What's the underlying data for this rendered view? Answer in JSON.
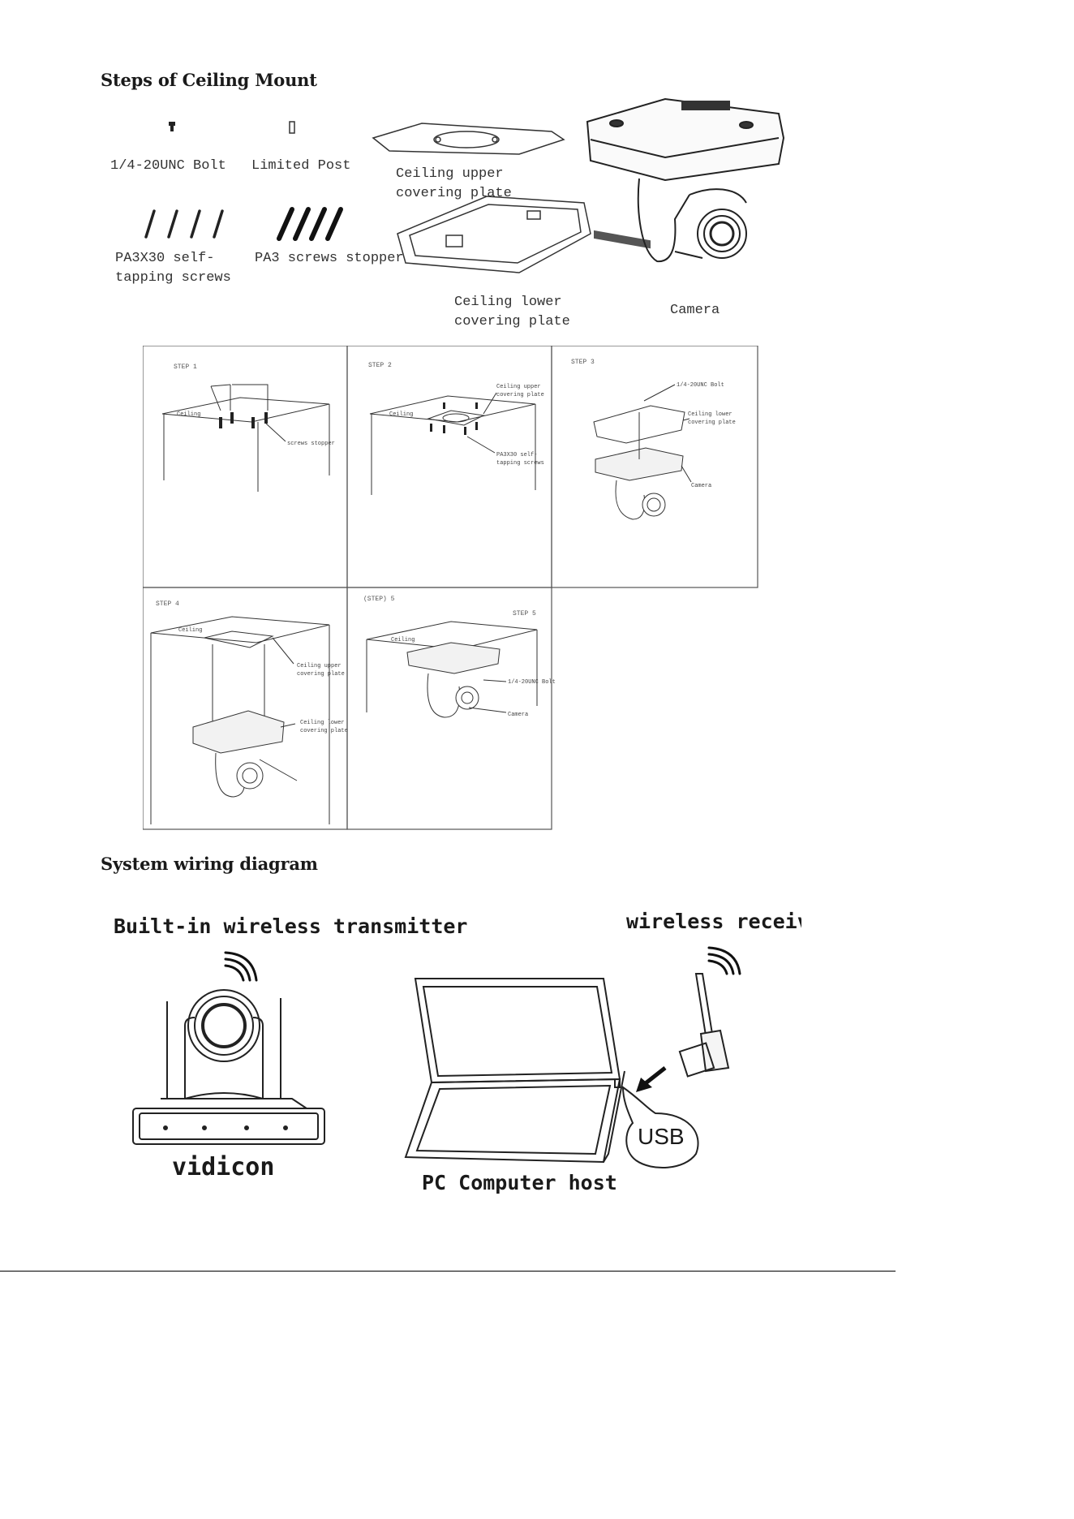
{
  "sections": {
    "ceiling_title": "Steps of Ceiling Mount",
    "wiring_title": "System wiring diagram"
  },
  "parts": {
    "bolt": "1/4-20UNC Bolt",
    "limited_post": "Limited Post",
    "upper_plate_l1": "Ceiling upper",
    "upper_plate_l2": "covering plate",
    "screws_l1": "PA3X30 self-",
    "screws_l2": "tapping screws",
    "stopper": "PA3 screws stopper",
    "lower_plate_l1": "Ceiling lower",
    "lower_plate_l2": "covering plate",
    "camera": "Camera"
  },
  "steps": {
    "step1": "STEP 1",
    "step2": "STEP 2",
    "step3": "STEP 3",
    "step4": "STEP 4",
    "step5": "STEP 5",
    "ceiling": "Ceiling",
    "screws_stopper": "screws stopper",
    "upper_plate_a": "Ceiling upper",
    "upper_plate_b": "covering plate",
    "pa3x30_a": "PA3X30 self-",
    "pa3x30_b": "tapping screws",
    "bolt_label": "1/4-20UNC Bolt",
    "lower_plate_a": "Ceiling lower",
    "lower_plate_b": "covering plate",
    "camera_label": "Camera",
    "bolt5": "1/4-20UNC Bolt",
    "step5_marker": "(STEP) 5"
  },
  "wiring": {
    "transmitter": "Built-in wireless transmitter",
    "receiver": "wireless receiver",
    "vidicon": "vidicon",
    "pc_host": "PC Computer host",
    "usb": "USB"
  }
}
